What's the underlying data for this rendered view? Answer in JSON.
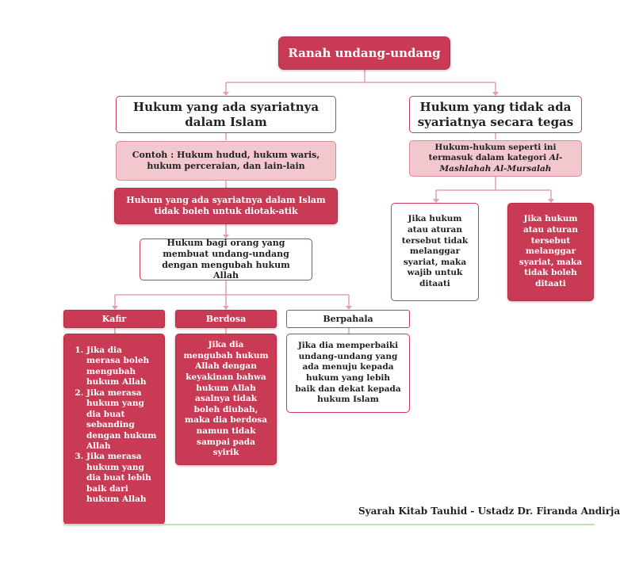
{
  "root": {
    "label": "Ranah undang-undang"
  },
  "left_branch": {
    "title": "Hukum yang ada syariatnya dalam Islam",
    "example": "Contoh : Hukum hudud, hukum waris, hukum perceraian, dan lain-lain",
    "rule": "Hukum yang ada syariatnya dalam Islam tidak boleh untuk diotak-atik",
    "question": "Hukum bagi orang yang membuat undang-undang dengan mengubah hukum Allah",
    "outcomes": [
      {
        "label": "Kafir"
      },
      {
        "label": "Berdosa",
        "detail": "Jika dia mengubah hukum Allah dengan keyakinan bahwa hukum Allah asalnya tidak boleh diubah, maka dia berdosa namun tidak sampai pada syirik"
      },
      {
        "label": "Berpahala",
        "detail": "Jika dia memperbaiki undang-undang yang ada menuju kepada hukum yang lebih baik dan dekat kepada hukum Islam"
      }
    ],
    "kafir_items": [
      "Jika dia merasa boleh mengubah hukum Allah",
      "Jika merasa hukum yang dia buat sebanding dengan hukum Allah",
      "Jika merasa hukum yang dia buat lebih baik dari hukum Allah"
    ]
  },
  "right_branch": {
    "title": "Hukum yang tidak ada syariatnya secara tegas",
    "category_prefix": "Hukum-hukum seperti ini termasuk dalam kategori ",
    "category_term": "Al-Mashlahah Al-Mursalah",
    "outcomes": [
      "Jika hukum atau aturan tersebut tidak melanggar syariat, maka wajib untuk ditaati",
      "Jika hukum atau aturan tersebut melanggar syariat, maka tidak boleh ditaati"
    ]
  },
  "credit": "Syarah Kitab Tauhid - Ustadz Dr. Firanda Andirja",
  "colors": {
    "primary": "#c93a55",
    "light": "#f2c7cd",
    "connector": "#e3a0ac"
  }
}
